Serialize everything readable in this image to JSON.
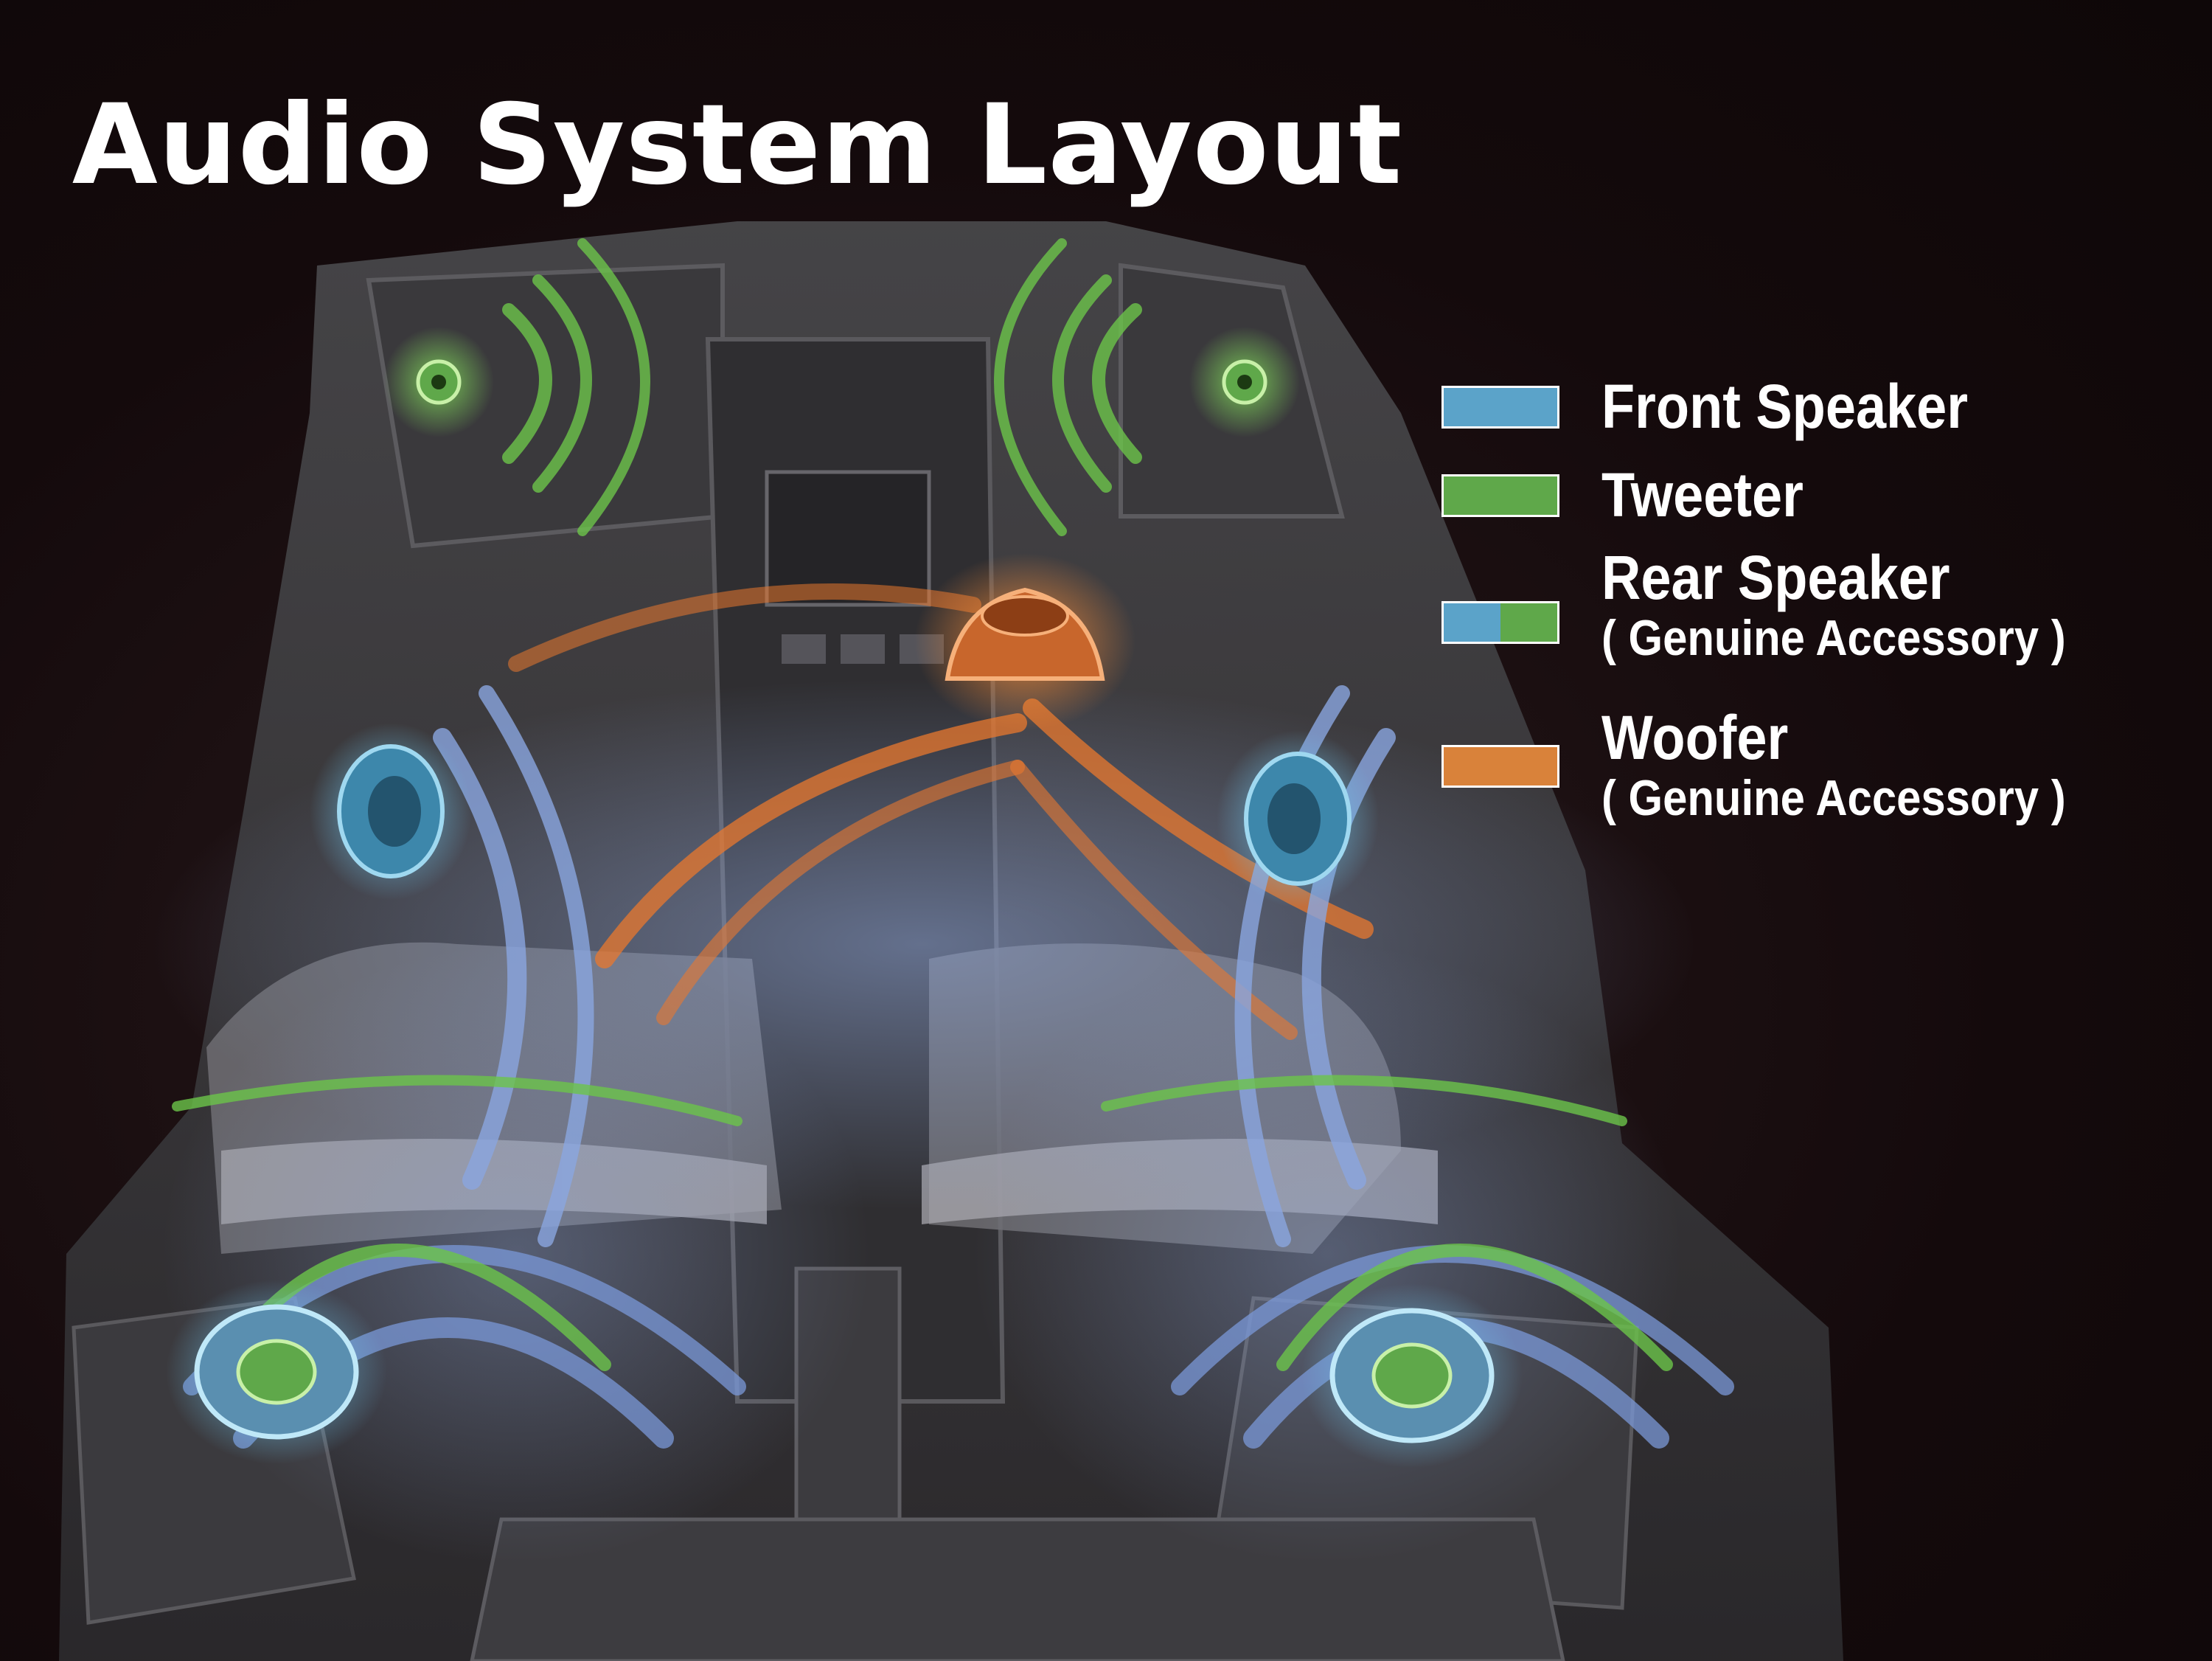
{
  "title": "Audio System Layout",
  "legend": {
    "items": [
      {
        "label": "Front Speaker",
        "sub": "",
        "colors": [
          "#5ba3c9"
        ]
      },
      {
        "label": "Tweeter",
        "sub": "",
        "colors": [
          "#5fa84a"
        ]
      },
      {
        "label": "Rear Speaker",
        "sub": "( Genuine Accessory )",
        "colors": [
          "#5ba3c9",
          "#5fa84a"
        ]
      },
      {
        "label": "Woofer",
        "sub": "( Genuine Accessory )",
        "colors": [
          "#d9823a"
        ]
      }
    ]
  },
  "colors": {
    "front_speaker": "#5ba3c9",
    "tweeter": "#5fa84a",
    "woofer": "#d9823a",
    "background": "#140a0c",
    "title_text": "#ffffff"
  },
  "icons": {
    "vehicle": "vehicle-cabin-cutaway-icon",
    "tweeter": "tweeter-icon",
    "front_speaker": "front-speaker-icon",
    "rear_speaker": "rear-speaker-icon",
    "woofer": "woofer-icon",
    "sound_wave": "sound-wave-icon"
  }
}
